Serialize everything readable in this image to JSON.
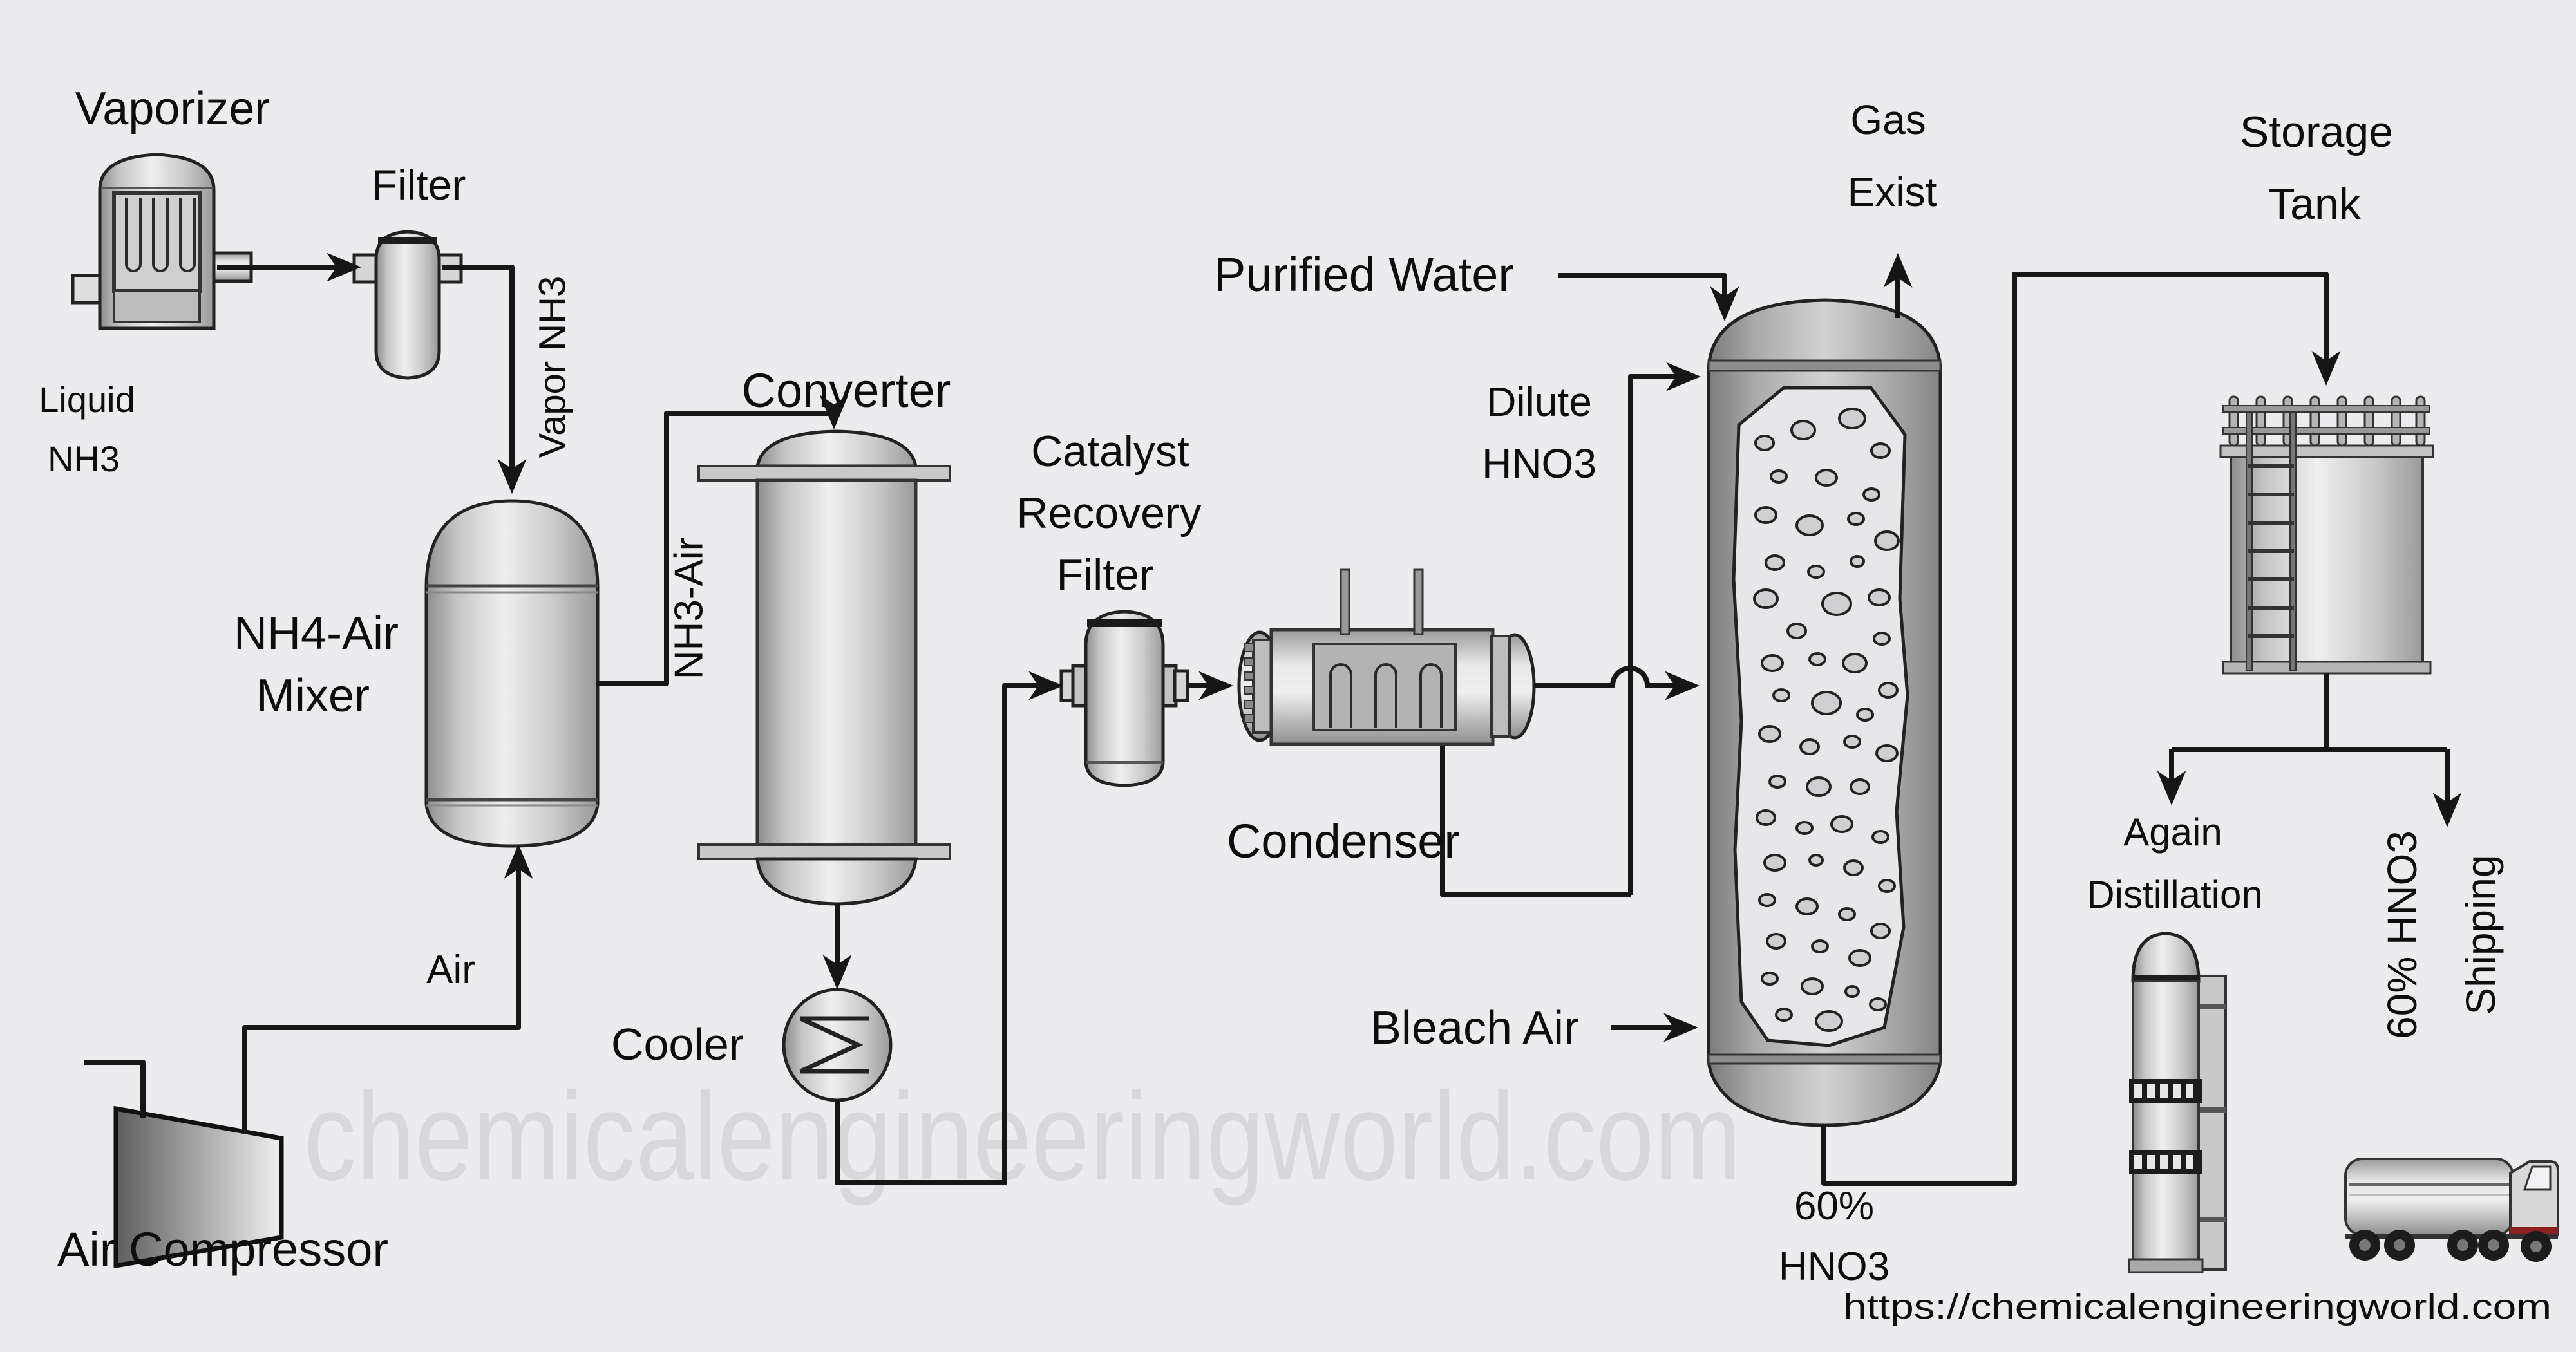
{
  "page": {
    "background": "#ececee",
    "line_color": "#161616",
    "watermark_color": "#d8d8da",
    "text_color": "#0d0d0d"
  },
  "watermark": {
    "text": "chemicalengineeringworld.com"
  },
  "footer": {
    "url": "https://chemicalengineeringworld.com"
  },
  "labels": {
    "vaporizer": "Vaporizer",
    "filter": "Filter",
    "liquid_nh3_1": "Liquid",
    "liquid_nh3_2": "NH3",
    "vapor_nh3": "Vapor NH3",
    "mixer_1": "NH4-Air",
    "mixer_2": "Mixer",
    "air": "Air",
    "air_compressor": "Air Compressor",
    "converter": "Converter",
    "nh3_air": "NH3-Air",
    "cooler": "Cooler",
    "catalyst_1": "Catalyst",
    "catalyst_2": "Recovery",
    "catalyst_3": "Filter",
    "condenser": "Condenser",
    "purified_water": "Purified Water",
    "dilute_1": "Dilute",
    "dilute_2": "HNO3",
    "gas_1": "Gas",
    "gas_2": "Exist",
    "bleach_air": "Bleach Air",
    "hno3_1": "60%",
    "hno3_2": "HNO3",
    "storage_1": "Storage",
    "storage_2": "Tank",
    "distill_1": "Again",
    "distill_2": "Distillation",
    "shipping_1": "60% HNO3",
    "shipping_2": "Shipping"
  }
}
